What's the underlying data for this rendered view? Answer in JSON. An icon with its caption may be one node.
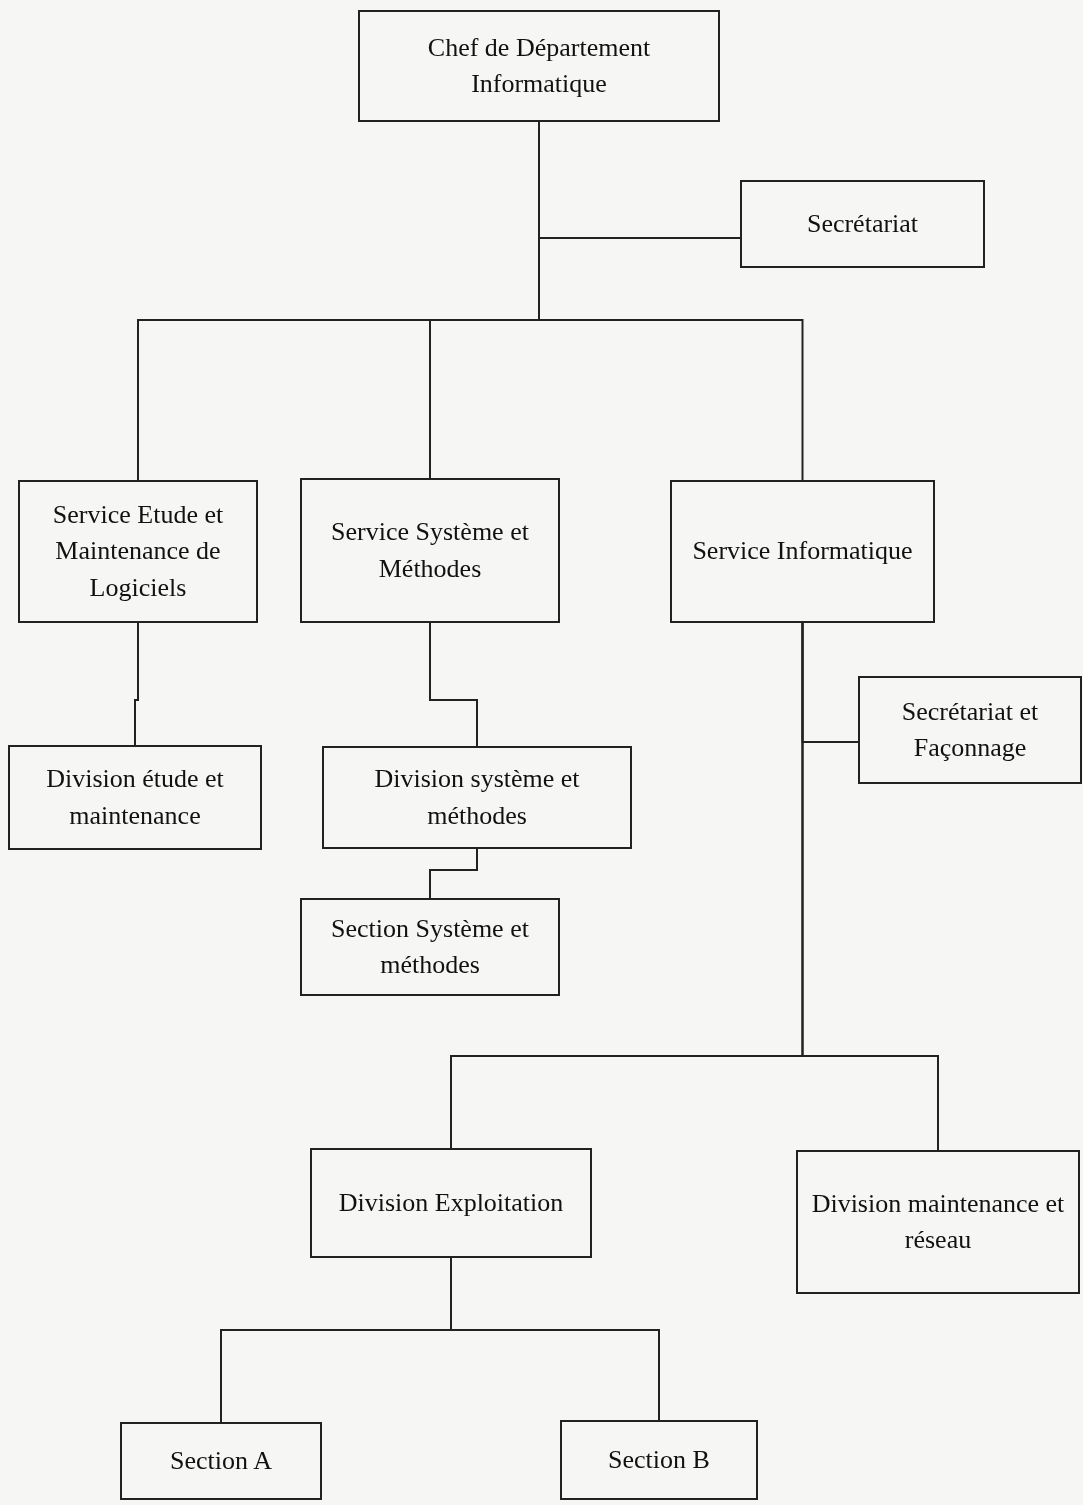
{
  "diagram": {
    "nodes": [
      {
        "text": [
          "Chef de Département Informatique"
        ]
      },
      {
        "text": [
          "Secrétariat"
        ]
      },
      {
        "text": [
          "Service Etude et Maintenance de Logiciels"
        ]
      },
      {
        "text": [
          "Service Système et Méthodes"
        ]
      },
      {
        "text": [
          "Service Informatique"
        ]
      },
      {
        "text": [
          "Division étude et maintenance"
        ]
      },
      {
        "text": [
          "Division système et méthodes"
        ]
      },
      {
        "text": [
          "Section Système et méthodes"
        ]
      },
      {
        "text": [
          "Secrétariat et Façonnage"
        ]
      },
      {
        "text": [
          "Division Exploitation"
        ]
      },
      {
        "text": [
          "Division maintenance et réseau"
        ]
      },
      {
        "text": [
          "Section A"
        ]
      },
      {
        "text": [
          "Section B"
        ]
      }
    ],
    "edges": [
      {
        "from": 0,
        "to": 1,
        "arrow": "none"
      },
      {
        "from": 0,
        "to": 2,
        "arrow": "none"
      },
      {
        "from": 0,
        "to": 3,
        "arrow": "none"
      },
      {
        "from": 0,
        "to": 4,
        "arrow": "none"
      },
      {
        "from": 2,
        "to": 5,
        "arrow": "none"
      },
      {
        "from": 3,
        "to": 6,
        "arrow": "none"
      },
      {
        "from": 6,
        "to": 7,
        "arrow": "none"
      },
      {
        "from": 4,
        "to": 8,
        "arrow": "none"
      },
      {
        "from": 4,
        "to": 9,
        "arrow": "none"
      },
      {
        "from": 4,
        "to": 10,
        "arrow": "none"
      },
      {
        "from": 9,
        "to": 11,
        "arrow": "none"
      },
      {
        "from": 9,
        "to": 12,
        "arrow": "none"
      }
    ]
  }
}
